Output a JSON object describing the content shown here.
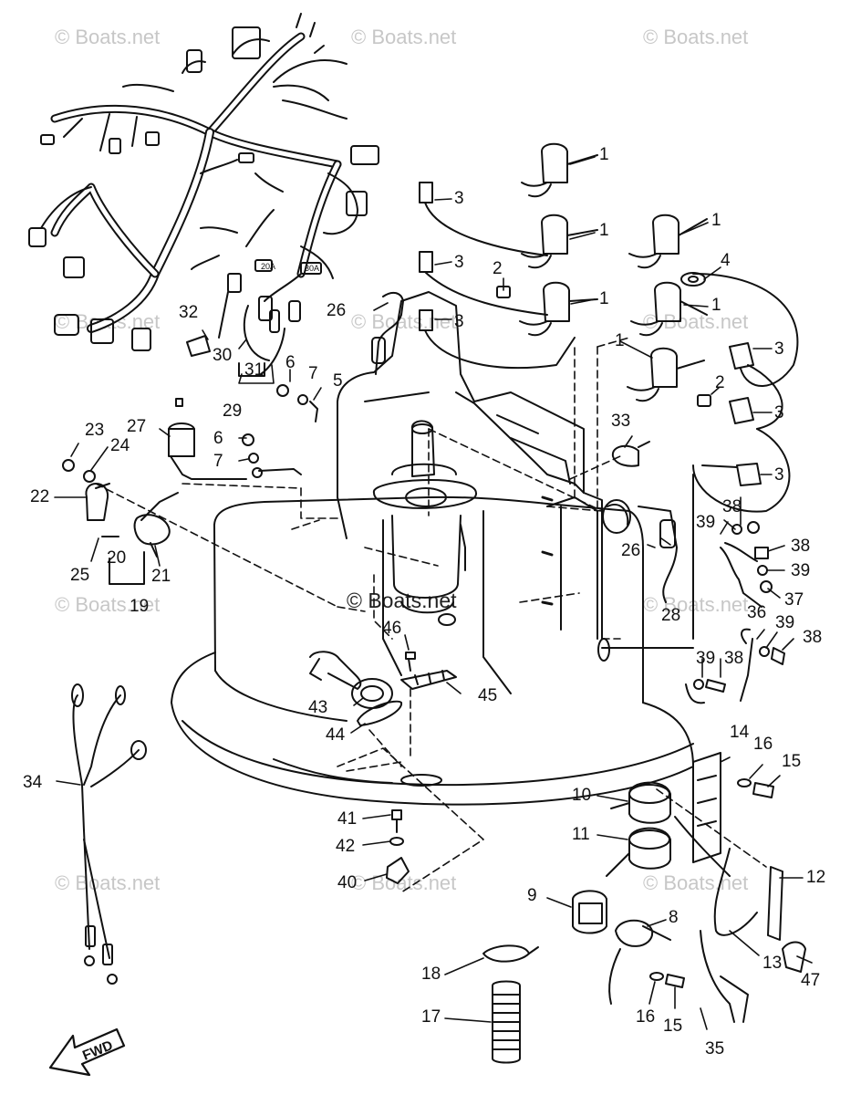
{
  "watermark": "© Boats.net",
  "center_watermark": "© Boats.net",
  "fwd_label": "FWD",
  "callouts": [
    {
      "id": "c1a",
      "label": "1"
    },
    {
      "id": "c1b",
      "label": "1"
    },
    {
      "id": "c1c",
      "label": "1"
    },
    {
      "id": "c1d",
      "label": "1"
    },
    {
      "id": "c1e",
      "label": "1"
    },
    {
      "id": "c1f",
      "label": "1"
    },
    {
      "id": "c2a",
      "label": "2"
    },
    {
      "id": "c2b",
      "label": "2"
    },
    {
      "id": "c3a",
      "label": "3"
    },
    {
      "id": "c3b",
      "label": "3"
    },
    {
      "id": "c3c",
      "label": "3"
    },
    {
      "id": "c3d",
      "label": "3"
    },
    {
      "id": "c3e",
      "label": "3"
    },
    {
      "id": "c3f",
      "label": "3"
    },
    {
      "id": "c4",
      "label": "4"
    },
    {
      "id": "c5",
      "label": "5"
    },
    {
      "id": "c6a",
      "label": "6"
    },
    {
      "id": "c6b",
      "label": "6"
    },
    {
      "id": "c7a",
      "label": "7"
    },
    {
      "id": "c7b",
      "label": "7"
    },
    {
      "id": "c8",
      "label": "8"
    },
    {
      "id": "c9",
      "label": "9"
    },
    {
      "id": "c10",
      "label": "10"
    },
    {
      "id": "c11",
      "label": "11"
    },
    {
      "id": "c12",
      "label": "12"
    },
    {
      "id": "c13",
      "label": "13"
    },
    {
      "id": "c14",
      "label": "14"
    },
    {
      "id": "c15a",
      "label": "15"
    },
    {
      "id": "c15b",
      "label": "15"
    },
    {
      "id": "c16a",
      "label": "16"
    },
    {
      "id": "c16b",
      "label": "16"
    },
    {
      "id": "c17",
      "label": "17"
    },
    {
      "id": "c18",
      "label": "18"
    },
    {
      "id": "c19",
      "label": "19"
    },
    {
      "id": "c20",
      "label": "20"
    },
    {
      "id": "c21",
      "label": "21"
    },
    {
      "id": "c22",
      "label": "22"
    },
    {
      "id": "c23",
      "label": "23"
    },
    {
      "id": "c24",
      "label": "24"
    },
    {
      "id": "c25",
      "label": "25"
    },
    {
      "id": "c26a",
      "label": "26"
    },
    {
      "id": "c26b",
      "label": "26"
    },
    {
      "id": "c27",
      "label": "27"
    },
    {
      "id": "c28",
      "label": "28"
    },
    {
      "id": "c29",
      "label": "29"
    },
    {
      "id": "c30",
      "label": "30"
    },
    {
      "id": "c31",
      "label": "31"
    },
    {
      "id": "c32",
      "label": "32"
    },
    {
      "id": "c33",
      "label": "33"
    },
    {
      "id": "c34",
      "label": "34"
    },
    {
      "id": "c35",
      "label": "35"
    },
    {
      "id": "c36",
      "label": "36"
    },
    {
      "id": "c37",
      "label": "37"
    },
    {
      "id": "c38a",
      "label": "38"
    },
    {
      "id": "c38b",
      "label": "38"
    },
    {
      "id": "c38c",
      "label": "38"
    },
    {
      "id": "c38d",
      "label": "38"
    },
    {
      "id": "c39a",
      "label": "39"
    },
    {
      "id": "c39b",
      "label": "39"
    },
    {
      "id": "c39c",
      "label": "39"
    },
    {
      "id": "c39d",
      "label": "39"
    },
    {
      "id": "c40",
      "label": "40"
    },
    {
      "id": "c41",
      "label": "41"
    },
    {
      "id": "c42",
      "label": "42"
    },
    {
      "id": "c43",
      "label": "43"
    },
    {
      "id": "c44",
      "label": "44"
    },
    {
      "id": "c45",
      "label": "45"
    },
    {
      "id": "c46",
      "label": "46"
    },
    {
      "id": "c47",
      "label": "47"
    }
  ],
  "fuse_labels": [
    "20A",
    "30A"
  ]
}
